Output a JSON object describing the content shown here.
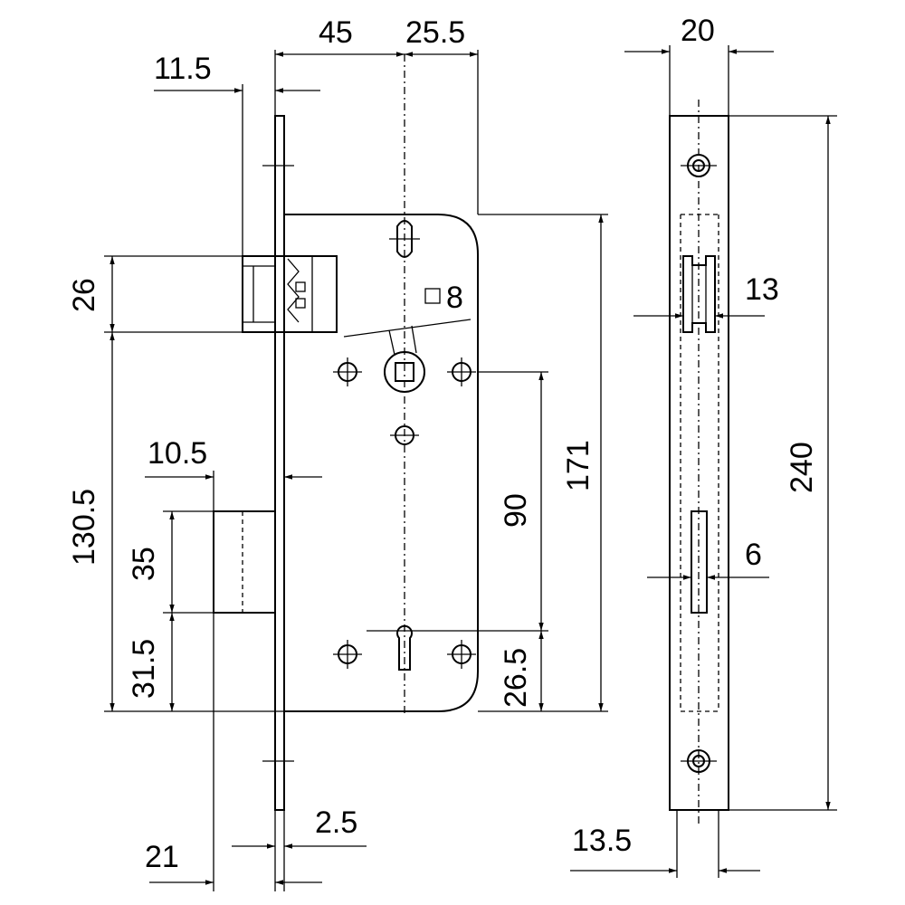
{
  "diagram": {
    "dimensions": {
      "d45": "45",
      "d25_5": "25.5",
      "d11_5": "11.5",
      "d26": "26",
      "d8": "8",
      "d130_5": "130.5",
      "d10_5": "10.5",
      "d35": "35",
      "d31_5": "31.5",
      "d90": "90",
      "d171": "171",
      "d26_5": "26.5",
      "d2_5": "2.5",
      "d21": "21",
      "d20": "20",
      "d13": "13",
      "d240": "240",
      "d6": "6",
      "d13_5": "13.5"
    }
  }
}
